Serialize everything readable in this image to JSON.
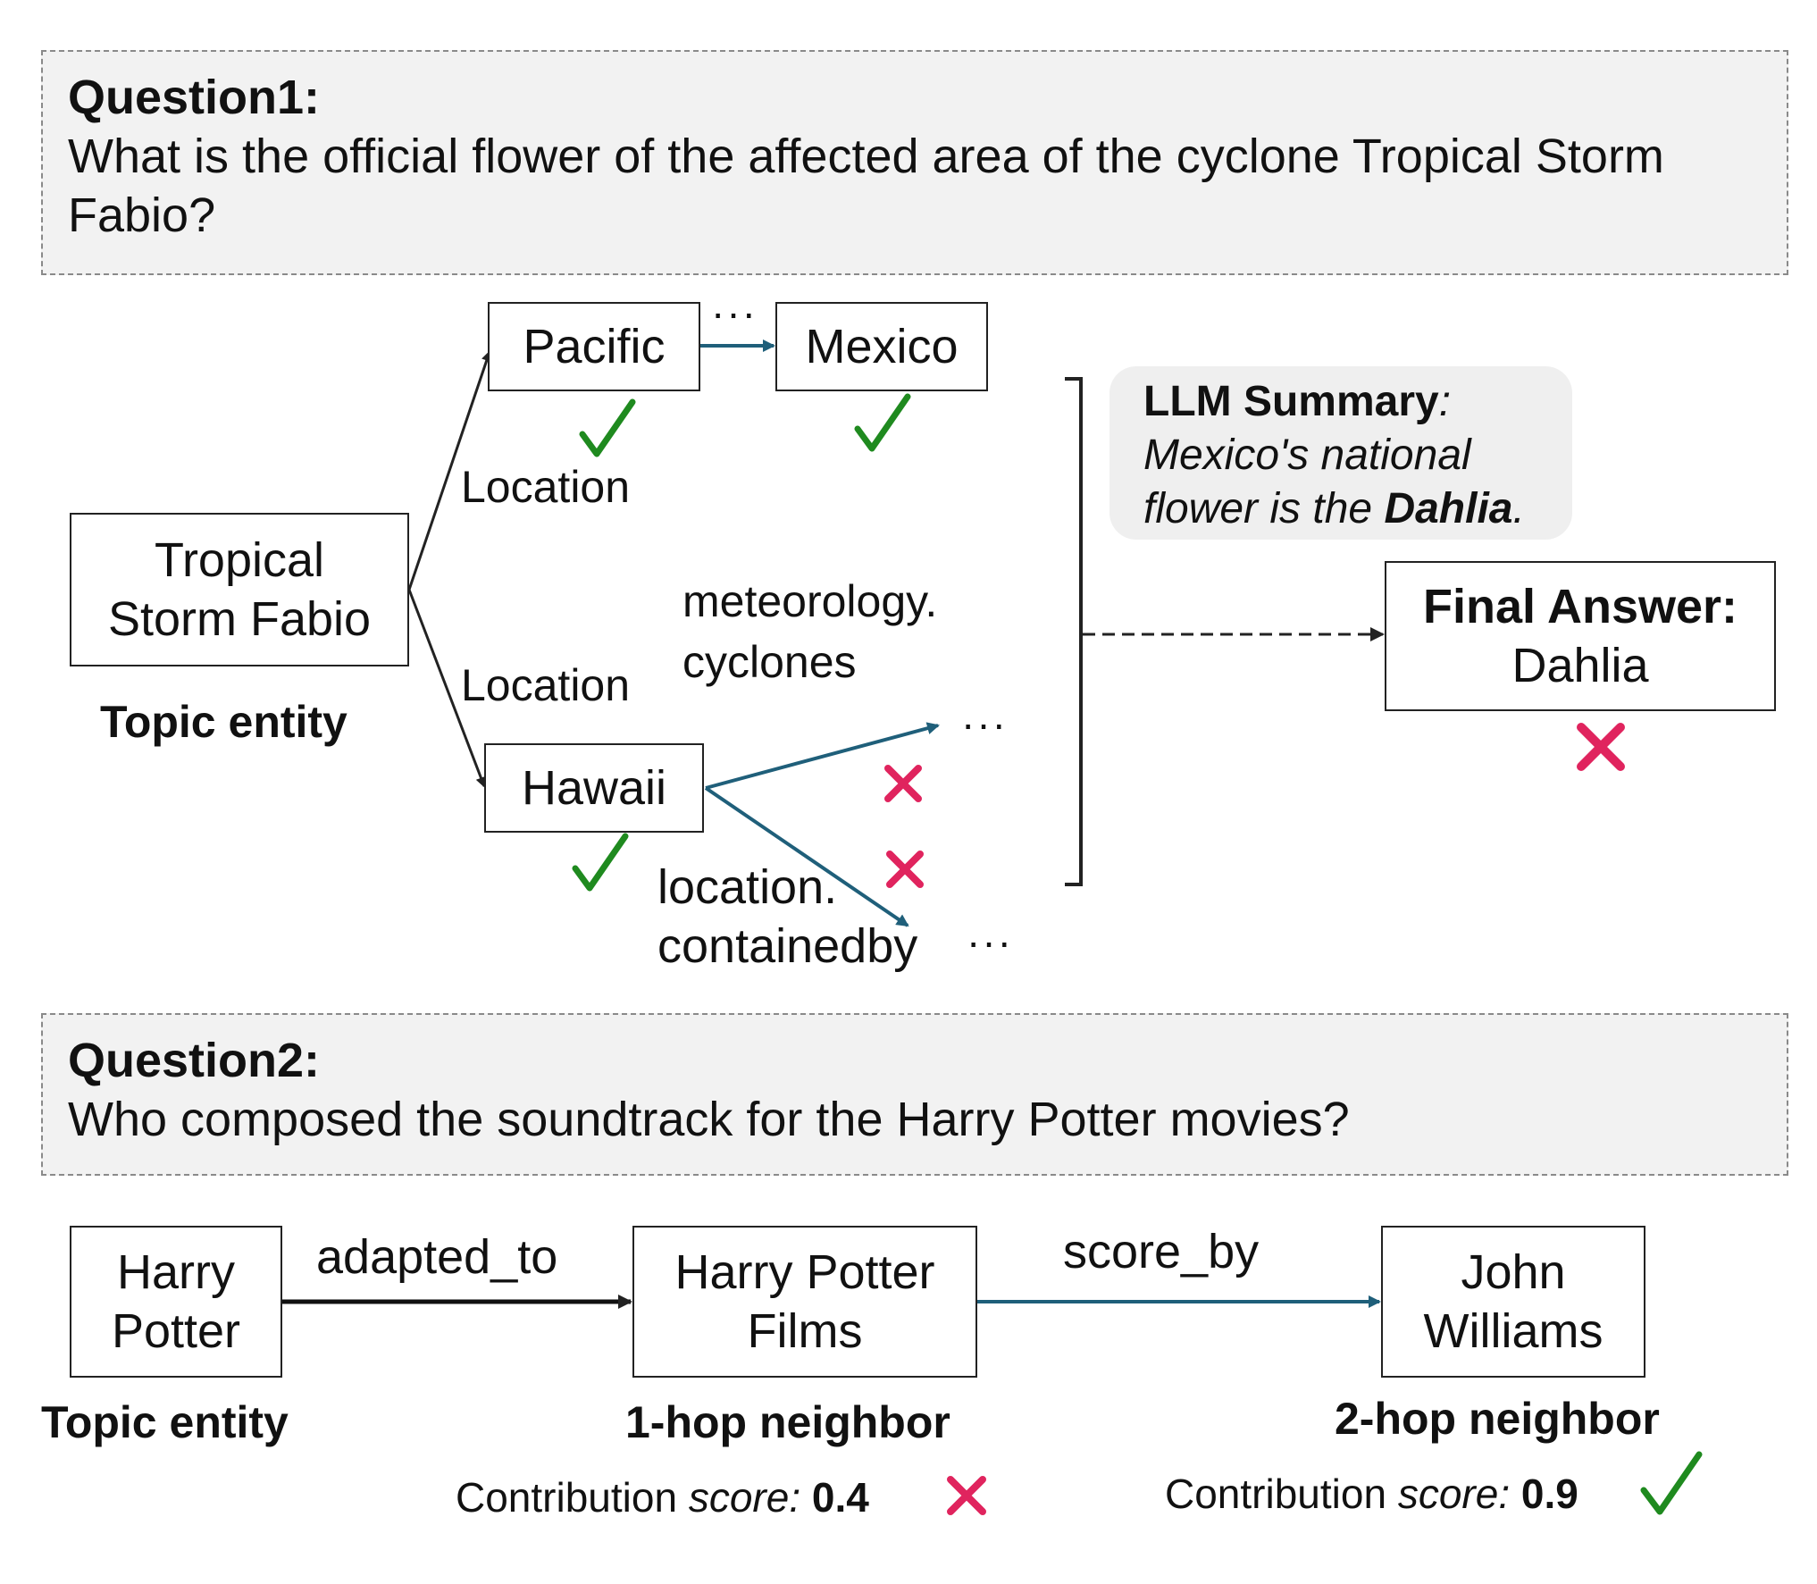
{
  "question1": {
    "title": "Question1:",
    "text": "What is the official flower of the affected area of the cyclone Tropical Storm Fabio?"
  },
  "graph1": {
    "topic_entity": "Tropical Storm Fabio",
    "topic_caption": "Topic entity",
    "node_pacific": "Pacific",
    "node_mexico": "Mexico",
    "node_hawaii": "Hawaii",
    "edge_location_upper": "Location",
    "edge_location_lower": "Location",
    "relation_meteorology": "meteorology.",
    "relation_cyclones": "cyclones",
    "relation_location": "location.",
    "relation_containedby": "containedby",
    "ellipsis": "···",
    "summary_title": "LLM Summary",
    "summary_colon": ":",
    "summary_line1": "Mexico's national",
    "summary_line2_pre": "flower is the ",
    "summary_answer": "Dahlia",
    "summary_period": ".",
    "final_answer_label": "Final Answer:",
    "final_answer_value": "Dahlia"
  },
  "question2": {
    "title": "Question2:",
    "text": "Who composed the soundtrack for the Harry Potter movies?"
  },
  "graph2": {
    "node_harry_potter": "Harry Potter",
    "node_films": "Harry Potter Films",
    "node_john_williams": "John Williams",
    "edge_adapted_to": "adapted_to",
    "edge_score_by": "score_by",
    "caption_topic": "Topic entity",
    "caption_1hop": "1-hop neighbor",
    "caption_2hop": "2-hop neighbor",
    "score_label_pre": "Contribution ",
    "score_label_word": "score:",
    "score_1hop": "0.4",
    "score_2hop": "0.9"
  },
  "colors": {
    "check": "#1f8a1f",
    "cross": "#e0245e",
    "teal_arrow": "#1f5f7a",
    "black_arrow": "#222222"
  },
  "icons": [
    "check-icon",
    "cross-icon",
    "ellipsis-icon",
    "arrow-icon",
    "bracket-icon"
  ]
}
